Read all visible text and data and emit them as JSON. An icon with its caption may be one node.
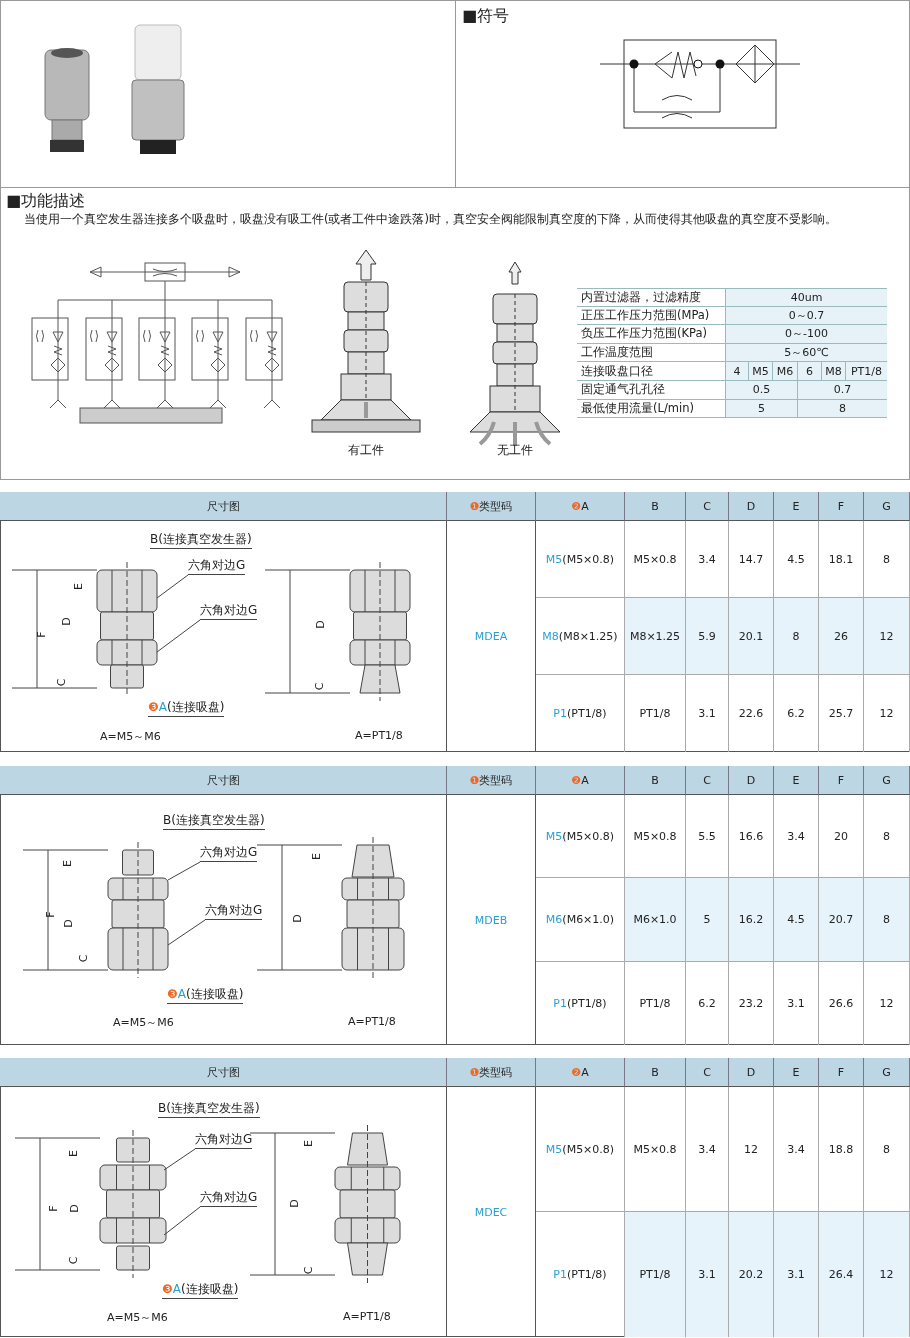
{
  "diagram": {
    "nodes": [
      {
        "text": [
          "六角对边G"
        ]
      },
      {
        "text": [
          "六角对边G"
        ]
      },
      {
        "text": [],
        "shape": "picture"
      },
      {
        "text": [
          "六角对边G"
        ]
      },
      {
        "text": [
          "六角对边G"
        ]
      },
      {
        "text": [],
        "shape": "picture"
      },
      {
        "text": [
          "六角对边G"
        ]
      },
      {
        "text": [
          "六角对边G"
        ]
      },
      {
        "text": [],
        "shape": "picture"
      }
    ],
    "edges": [
      {
        "from": 0,
        "to": 2,
        "arrow": "none"
      },
      {
        "from": 1,
        "to": 2,
        "arrow": "none"
      },
      {
        "from": 3,
        "to": 5,
        "arrow": "none"
      },
      {
        "from": 4,
        "to": 5,
        "arrow": "none"
      },
      {
        "from": 6,
        "to": 8,
        "arrow": "none"
      },
      {
        "from": 7,
        "to": 8,
        "arrow": "none"
      }
    ],
    "labels": [
      "■符号",
      "■功能描述",
      "当使用一个真空发生器连接多个吸盘时，吸盘没有吸工件(或者工件中途跌落)时，真空安全阀能限制真空度的下降，从而使得其他吸盘的真空度不受影响。",
      "有工件",
      "无工件",
      "内置过滤器，过滤精度",
      "40um",
      "正压工作压力范围(MPa)",
      "0～0.7",
      "负压工作压力范围(KPa)",
      "0～-100",
      "工作温度范围",
      "5～60℃",
      "连接吸盘口径",
      "4",
      "M5",
      "M6",
      "6",
      "M8",
      "PT1/8",
      "固定通气孔孔径",
      "0.5",
      "0.7",
      "最低使用流量(L/min)",
      "5",
      "8",
      "尺寸图",
      "❶类型码",
      "❷A",
      "B",
      "C",
      "D",
      "E",
      "F",
      "G",
      "B(连接真空发生器)",
      "F",
      "D",
      "E",
      "C",
      "❸A(连接吸盘)",
      "A=M5～M6",
      "D",
      "C",
      "A=PT1/8",
      "MDEA",
      "M5(M5×0.8)",
      "M5×0.8",
      "3.4",
      "14.7",
      "4.5",
      "18.1",
      "8",
      "M8(M8×1.25)",
      "M8×1.25",
      "5.9",
      "20.1",
      "8",
      "26",
      "12",
      "P1(PT1/8)",
      "PT1/8",
      "3.1",
      "22.6",
      "6.2",
      "25.7",
      "12",
      "尺寸图",
      "❶类型码",
      "❷A",
      "B",
      "C",
      "D",
      "E",
      "F",
      "G",
      "B(连接真空发生器)",
      "F",
      "E",
      "D",
      "C",
      "❸A(连接吸盘)",
      "A=M5～M6",
      "E",
      "D",
      "A=PT1/8",
      "MDEB",
      "M5(M5×0.8)",
      "M5×0.8",
      "5.5",
      "16.6",
      "3.4",
      "20",
      "8",
      "M6(M6×1.0)",
      "M6×1.0",
      "5",
      "16.2",
      "4.5",
      "20.7",
      "8",
      "P1(PT1/8)",
      "PT1/8",
      "6.2",
      "23.2",
      "3.1",
      "26.6",
      "12",
      "尺寸图",
      "❶类型码",
      "❷A",
      "B",
      "C",
      "D",
      "E",
      "F",
      "G",
      "B(连接真空发生器)",
      "F",
      "E",
      "D",
      "C",
      "❸A(连接吸盘)",
      "A=M5～M6",
      "E",
      "D",
      "C",
      "A=PT1/8",
      "MDEC",
      "M5(M5×0.8)",
      "M5×0.8",
      "3.4",
      "12",
      "3.4",
      "18.8",
      "8",
      "P1(PT1/8)",
      "PT1/8",
      "3.1",
      "20.2",
      "3.1",
      "26.4",
      "12"
    ]
  }
}
